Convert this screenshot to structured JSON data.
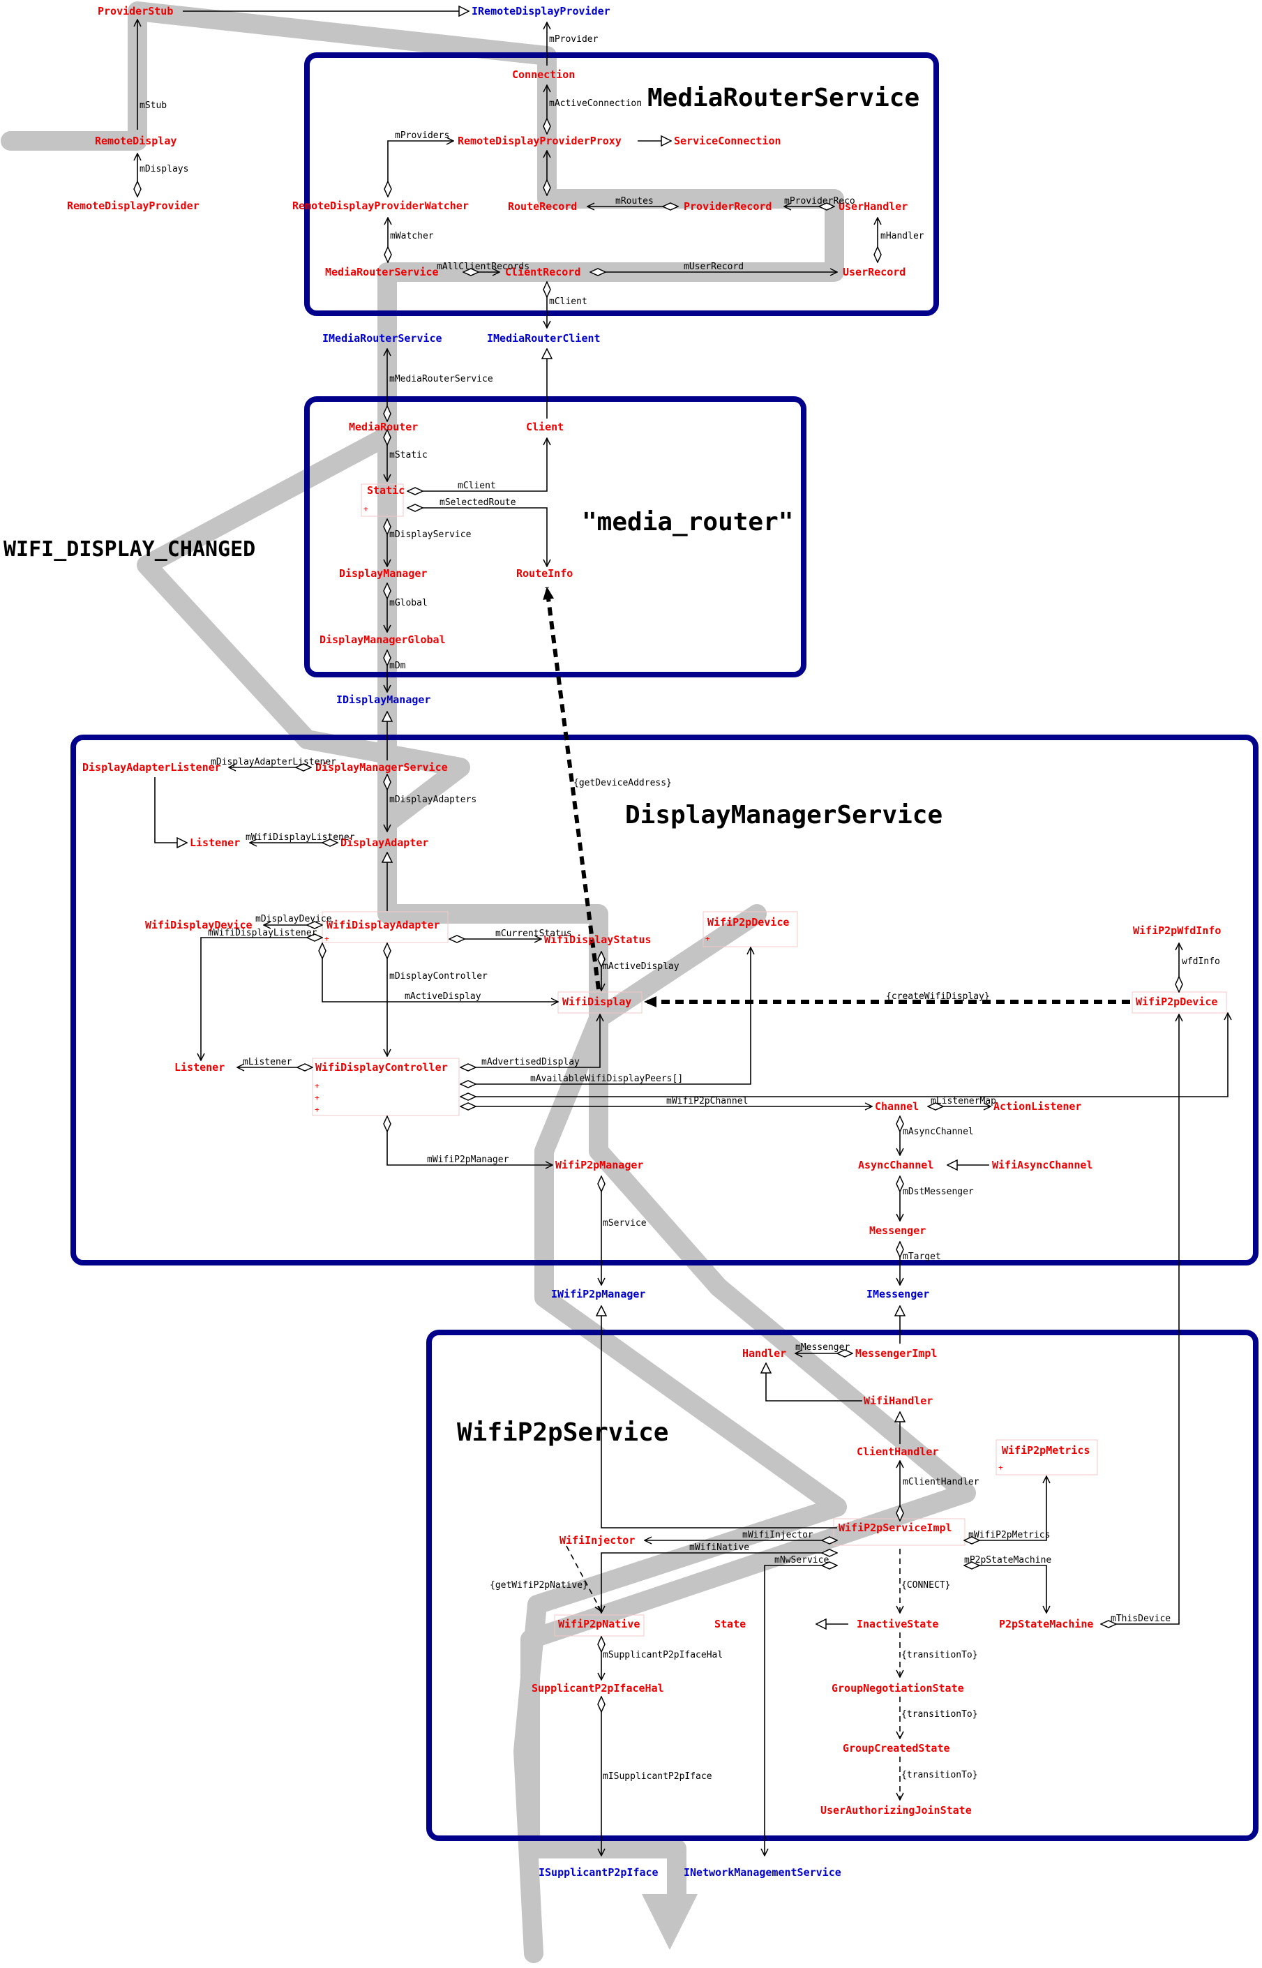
{
  "packages": {
    "media_router_service": "MediaRouterService",
    "media_router": "\"media_router\"",
    "display_manager_service": "DisplayManagerService",
    "wifi_p2p_service": "WifiP2pService"
  },
  "annotation": "WIFI_DISPLAY_CHANGED",
  "classes": {
    "provider_stub": "ProviderStub",
    "iremote_display_provider": "IRemoteDisplayProvider",
    "remote_display": "RemoteDisplay",
    "remote_display_provider": "RemoteDisplayProvider",
    "connection": "Connection",
    "remote_display_provider_proxy": "RemoteDisplayProviderProxy",
    "service_connection": "ServiceConnection",
    "remote_display_provider_watcher": "RemoteDisplayProviderWatcher",
    "route_record": "RouteRecord",
    "provider_record": "ProviderRecord",
    "user_handler": "UserHandler",
    "media_router_service_cls": "MediaRouterService",
    "client_record": "ClientRecord",
    "user_record": "UserRecord",
    "imedia_router_service": "IMediaRouterService",
    "imedia_router_client": "IMediaRouterClient",
    "media_router": "MediaRouter",
    "client": "Client",
    "static": "Static",
    "display_manager": "DisplayManager",
    "route_info": "RouteInfo",
    "display_manager_global": "DisplayManagerGlobal",
    "idisplay_manager": "IDisplayManager",
    "display_adapter_listener": "DisplayAdapterListener",
    "display_manager_service_cls": "DisplayManagerService",
    "listener_1": "Listener",
    "display_adapter": "DisplayAdapter",
    "wifi_display_device": "WifiDisplayDevice",
    "wifi_display_adapter": "WifiDisplayAdapter",
    "wifi_display_status": "WifiDisplayStatus",
    "wifi_p2p_device_1": "WifiP2pDevice",
    "wifi_p2p_wfd_info": "WifiP2pWfdInfo",
    "wifi_display": "WifiDisplay",
    "wifi_p2p_device_2": "WifiP2pDevice",
    "listener_2": "Listener",
    "wifi_display_controller": "WifiDisplayController",
    "channel": "Channel",
    "action_listener": "ActionListener",
    "async_channel": "AsyncChannel",
    "wifi_async_channel": "WifiAsyncChannel",
    "wifi_p2p_manager": "WifiP2pManager",
    "messenger": "Messenger",
    "iwifi_p2p_manager": "IWifiP2pManager",
    "imessenger": "IMessenger",
    "handler": "Handler",
    "messenger_impl": "MessengerImpl",
    "wifi_handler": "WifiHandler",
    "client_handler": "ClientHandler",
    "wifi_p2p_metrics": "WifiP2pMetrics",
    "wifi_p2p_service_impl": "WifiP2pServiceImpl",
    "wifi_injector": "WifiInjector",
    "wifi_p2p_native": "WifiP2pNative",
    "state": "State",
    "inactive_state": "InactiveState",
    "p2p_state_machine": "P2pStateMachine",
    "supplicant_p2p_iface_hal": "SupplicantP2pIfaceHal",
    "group_negotiation_state": "GroupNegotiationState",
    "group_created_state": "GroupCreatedState",
    "user_authorizing_join_state": "UserAuthorizingJoinState",
    "isupplicant_p2p_iface": "ISupplicantP2pIface",
    "inetwork_management_service": "INetworkManagementService"
  },
  "edge_labels": {
    "m_stub": "mStub",
    "m_displays": "mDisplays",
    "m_provider": "mProvider",
    "m_active_connection": "mActiveConnection",
    "m_providers": "mProviders",
    "m_routes": "mRoutes",
    "m_provider_reco": "mProviderReco",
    "m_handler": "mHandler",
    "m_watcher": "mWatcher",
    "m_all_client_records": "mAllClientRecords",
    "m_user_record": "mUserRecord",
    "m_client_1": "mClient",
    "m_media_router_service": "mMediaRouterService",
    "m_static": "mStatic",
    "m_client_2": "mClient",
    "m_selected_route": "mSelectedRoute",
    "m_display_service": "mDisplayService",
    "m_global": "mGlobal",
    "m_dm": "mDm",
    "get_device_address": "{getDeviceAddress}",
    "m_display_adapter_listener": "mDisplayAdapterListener",
    "m_display_adapters": "mDisplayAdapters",
    "m_wifi_display_listener_1": "mWifiDisplayListener",
    "m_display_device": "mDisplayDevice",
    "m_wifi_display_listener_2": "mWifiDisplayListener",
    "m_current_status": "mCurrentStatus",
    "m_active_display_1": "mActiveDisplay",
    "wfd_info": "wfdInfo",
    "m_display_controller": "mDisplayController",
    "m_active_display_2": "mActiveDisplay",
    "create_wifi_display": "{createWifiDisplay}",
    "m_listener": "mListener",
    "m_advertised_display": "mAdvertisedDisplay",
    "m_available_peers": "mAvailableWifiDisplayPeers[]",
    "m_wifi_p2p_channel": "mWifiP2pChannel",
    "m_listener_map": "mListenerMap",
    "m_async_channel": "mAsyncChannel",
    "m_wifi_p2p_manager": "mWifiP2pManager",
    "m_service": "mService",
    "m_dst_messenger": "mDstMessenger",
    "m_target": "mTarget",
    "m_messenger": "mMessenger",
    "m_client_handler": "mClientHandler",
    "m_wifi_injector": "mWifiInjector",
    "m_wifi_native": "mWifiNative",
    "m_nw_service": "mNwService",
    "m_wifi_p2p_metrics": "mWifiP2pMetrics",
    "m_p2p_state_machine": "mP2pStateMachine",
    "get_wifi_p2p_native": "{getWifiP2pNative}",
    "connect": "{CONNECT}",
    "m_this_device": "mThisDevice",
    "supplicant_p2p_iface_hal": "mSupplicantP2pIfaceHal",
    "transition_to_1": "{transitionTo}",
    "transition_to_2": "{transitionTo}",
    "transition_to_3": "{transitionTo}",
    "m_isupplicant_p2p_iface": "mISupplicantP2pIface"
  },
  "colors": {
    "class_text": "#ee0000",
    "interface_text": "#0000cc",
    "package_border": "#00008b",
    "flow_path": "#c4c4c4"
  }
}
